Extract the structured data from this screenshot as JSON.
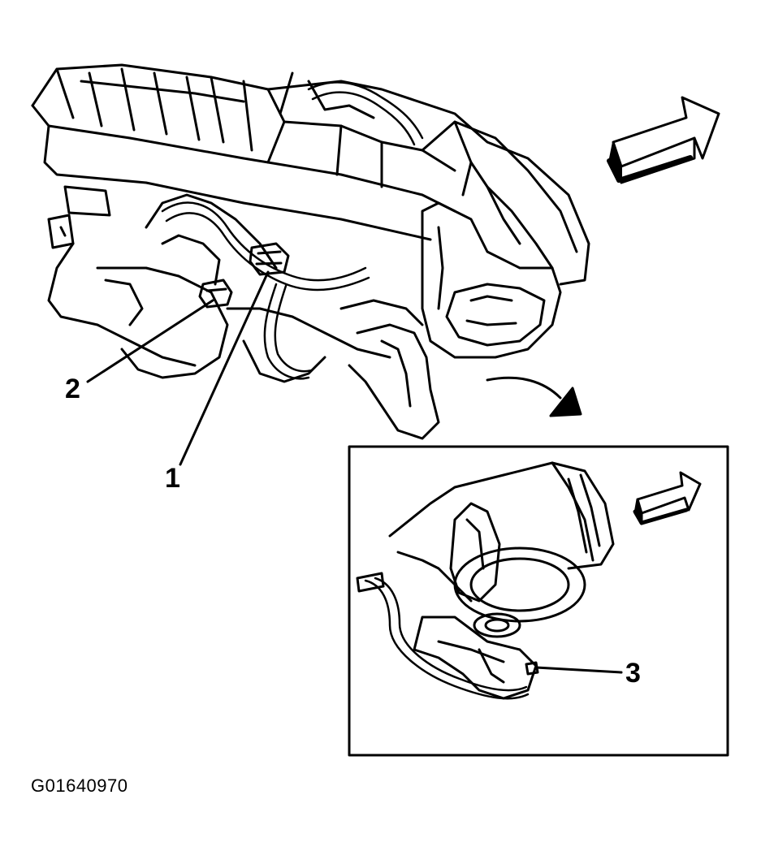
{
  "diagram": {
    "figure_id": "G01640970",
    "callouts": [
      {
        "number": "1"
      },
      {
        "number": "2"
      },
      {
        "number": "3"
      }
    ],
    "colors": {
      "line": "#000000",
      "background": "#ffffff"
    },
    "icons": [
      "forward-direction-arrow-icon",
      "rotate-view-arrow-icon"
    ]
  }
}
